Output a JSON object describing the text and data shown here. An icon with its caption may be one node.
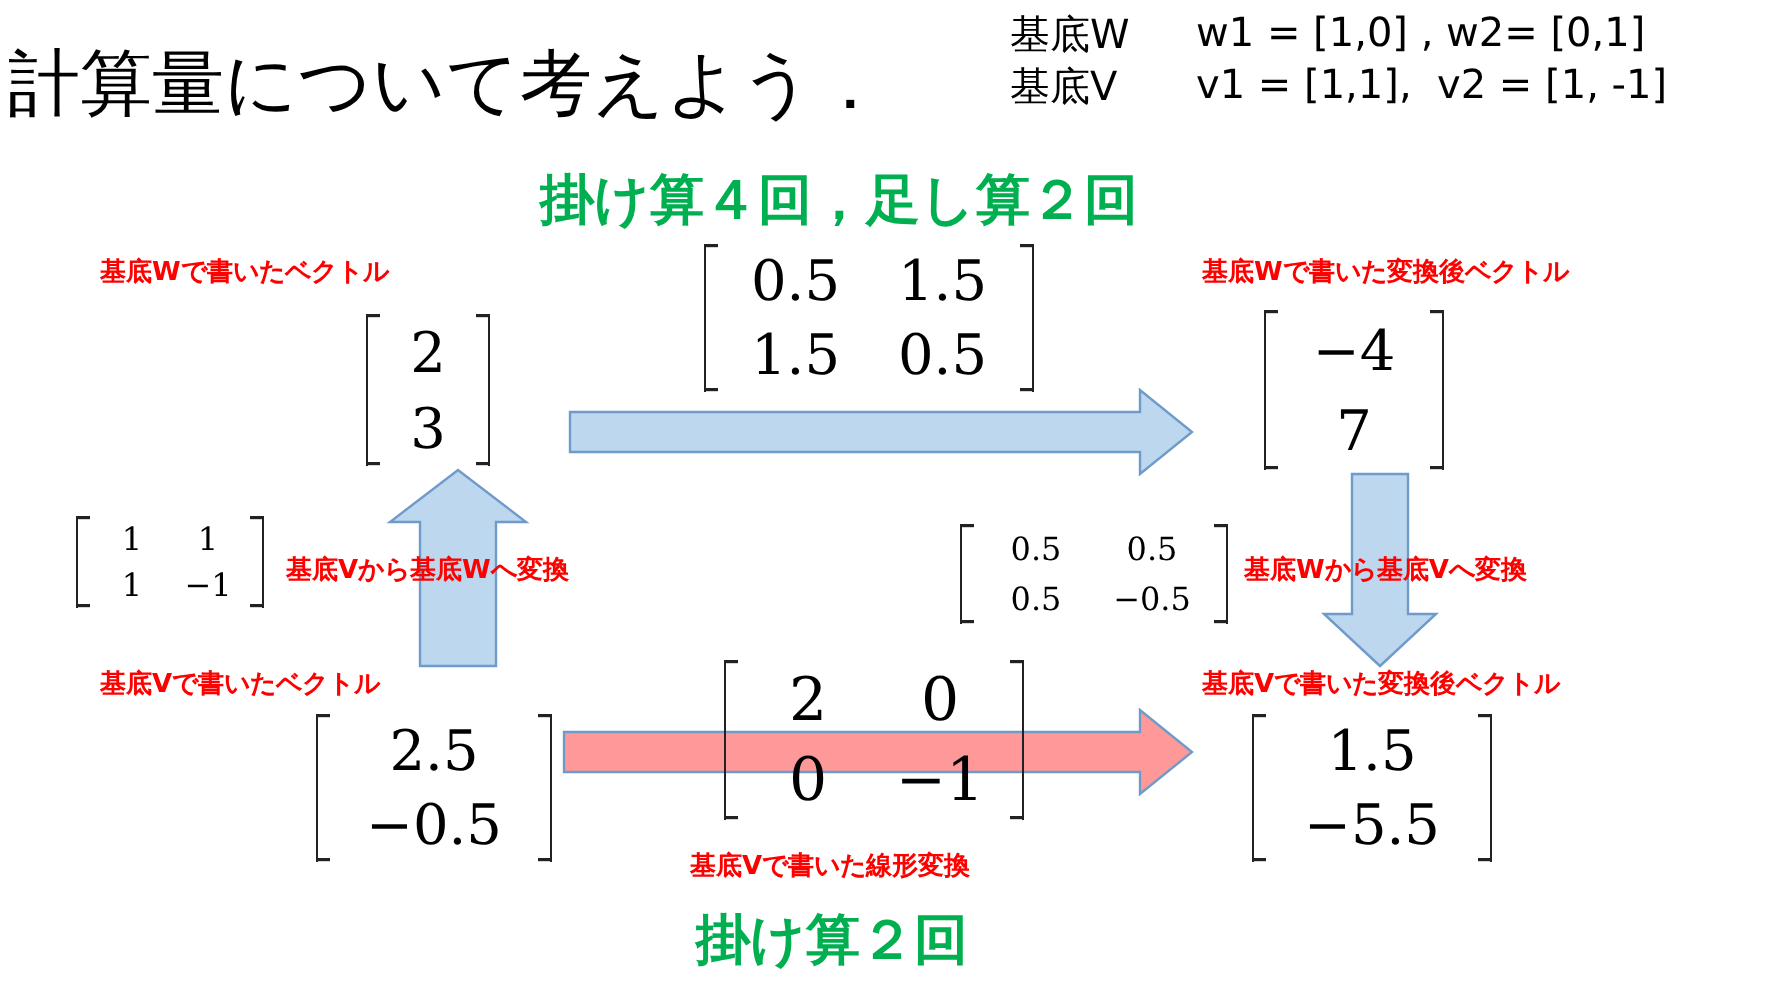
{
  "diagram": {
    "title": "計算量について考えよう．",
    "nodes": [
      {
        "text": [
          "基底Wで書いたベクトル",
          "2",
          "3"
        ]
      },
      {
        "text": [
          "基底Wで書いた変換後ベクトル",
          "−4",
          "7"
        ]
      },
      {
        "text": [
          "基底Vで書いたベクトル",
          "2.5",
          "−0.5"
        ]
      },
      {
        "text": [
          "基底Vで書いた変換後ベクトル",
          "1.5",
          "−5.5"
        ]
      }
    ],
    "edges": [
      {
        "from": 0,
        "to": 1,
        "arrow": "to"
      },
      {
        "from": 2,
        "to": 0,
        "arrow": "to",
        "label": "基底Vから基底Wへ変換"
      },
      {
        "from": 1,
        "to": 3,
        "arrow": "to",
        "label": "基底Wから基底Vへ変換"
      },
      {
        "from": 2,
        "to": 3,
        "arrow": "to",
        "label": "基底Vで書いた線形変換",
        "color": "#ff9999"
      }
    ],
    "labels": [
      "基底W",
      "w1 = [1,0] , w2= [0,1]",
      "基底V",
      "v1 = [1,1],  v2 = [1, -1]",
      "掛け算４回，足し算２回",
      "0.5",
      "1.5",
      "1.5",
      "0.5",
      "1",
      "1",
      "1",
      "−1",
      "0.5",
      "0.5",
      "0.5",
      "−0.5",
      "2",
      "0",
      "0",
      "−1",
      "掛け算２回"
    ]
  }
}
